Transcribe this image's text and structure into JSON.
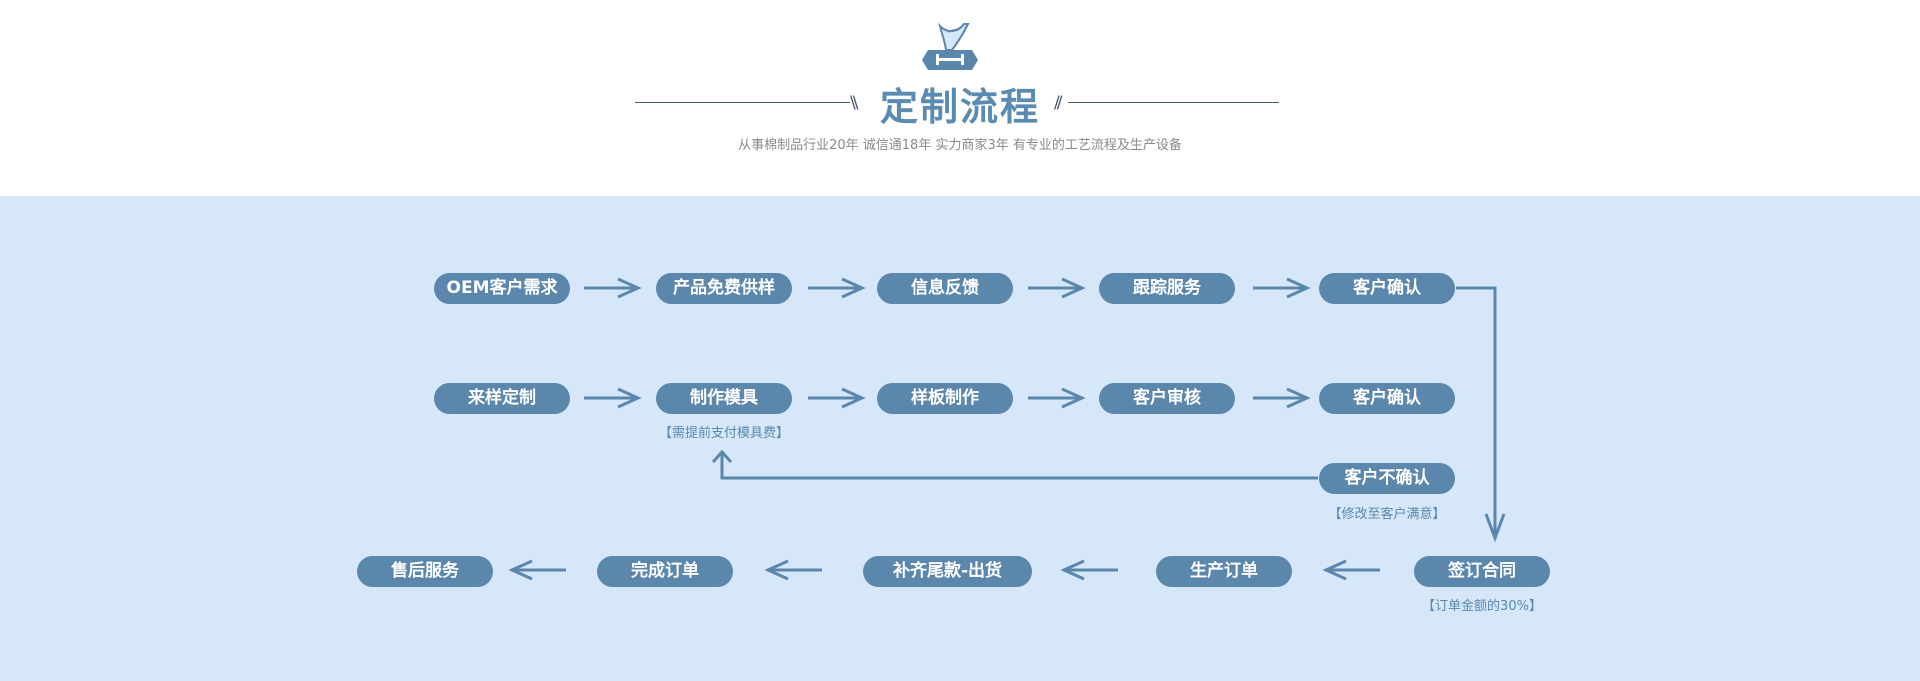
{
  "header": {
    "title": "定制流程",
    "subtitle": "从事棉制品行业20年 诚信通18年 实力商家3年 有专业的工艺流程及生产设备",
    "left_slash": "\\\\",
    "right_slash": "//"
  },
  "colors": {
    "accent": "#5b87ad",
    "title": "#5b8bb1",
    "flow_background": "#d5e7f8",
    "line": "#4a5a6a"
  },
  "icons": {
    "logo": "tissue-box-icon",
    "arrow": "arrow-icon"
  },
  "flow": {
    "row1": [
      "OEM客户需求",
      "产品免费供样",
      "信息反馈",
      "跟踪服务",
      "客户确认"
    ],
    "row2": [
      "来样定制",
      "制作模具",
      "样板制作",
      "客户审核",
      "客户确认"
    ],
    "mold_fee_note": "【需提前支付模具费】",
    "reject": "客户不确认",
    "reject_note": "【修改至客户满意】",
    "row3": [
      "售后服务",
      "完成订单",
      "补齐尾款-出货",
      "生产订单",
      "签订合同"
    ],
    "contract_note": "【订单金额的30%】"
  }
}
